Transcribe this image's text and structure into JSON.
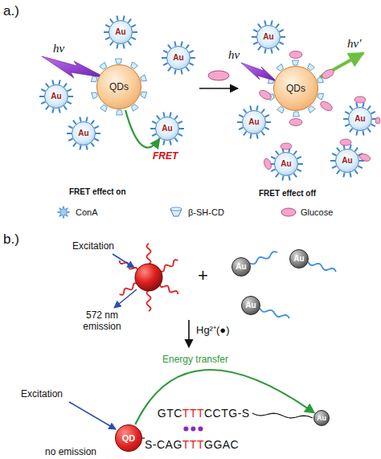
{
  "diagram": {
    "nodes": [
      {
        "text": [
          "QDs"
        ]
      },
      {
        "text": [
          "Au"
        ]
      },
      {
        "text": [
          "Au"
        ]
      },
      {
        "text": [
          "Au"
        ]
      },
      {
        "text": [
          "Au"
        ]
      },
      {
        "text": [
          "Au"
        ]
      },
      {
        "text": [
          "QDs"
        ]
      },
      {
        "text": [
          "Au"
        ]
      },
      {
        "text": [
          "Au"
        ]
      },
      {
        "text": [
          "Au"
        ]
      },
      {
        "text": [
          "Au"
        ]
      },
      {
        "text": [
          "Au"
        ]
      },
      {
        "text": [
          "Au"
        ]
      },
      {
        "text": [
          "Au"
        ]
      },
      {
        "text": [
          "Au"
        ]
      },
      {
        "text": [
          "QD"
        ]
      },
      {
        "text": [
          "Au"
        ]
      }
    ],
    "edges": [
      {
        "from": 0,
        "to": 5,
        "arrow": "to",
        "label": "FRET"
      },
      {
        "from": 15,
        "to": 16,
        "arrow": "to",
        "label": "Energy transfer"
      }
    ],
    "labels": [
      "a.)",
      "hν",
      "FRET effect on",
      "hν",
      "hν'",
      "FRET effect off",
      "b.)",
      "Excitation",
      "572 nm emission",
      "+",
      "Hg²⁺(●)",
      "Excitation",
      "no emission",
      "GTC",
      "TTT",
      "CCTG-S",
      "S-CAG",
      "TTT",
      "GGAC"
    ],
    "legend": [
      {
        "text": "ConA"
      },
      {
        "text": "β-SH-CD"
      },
      {
        "text": "Glucose"
      }
    ]
  }
}
